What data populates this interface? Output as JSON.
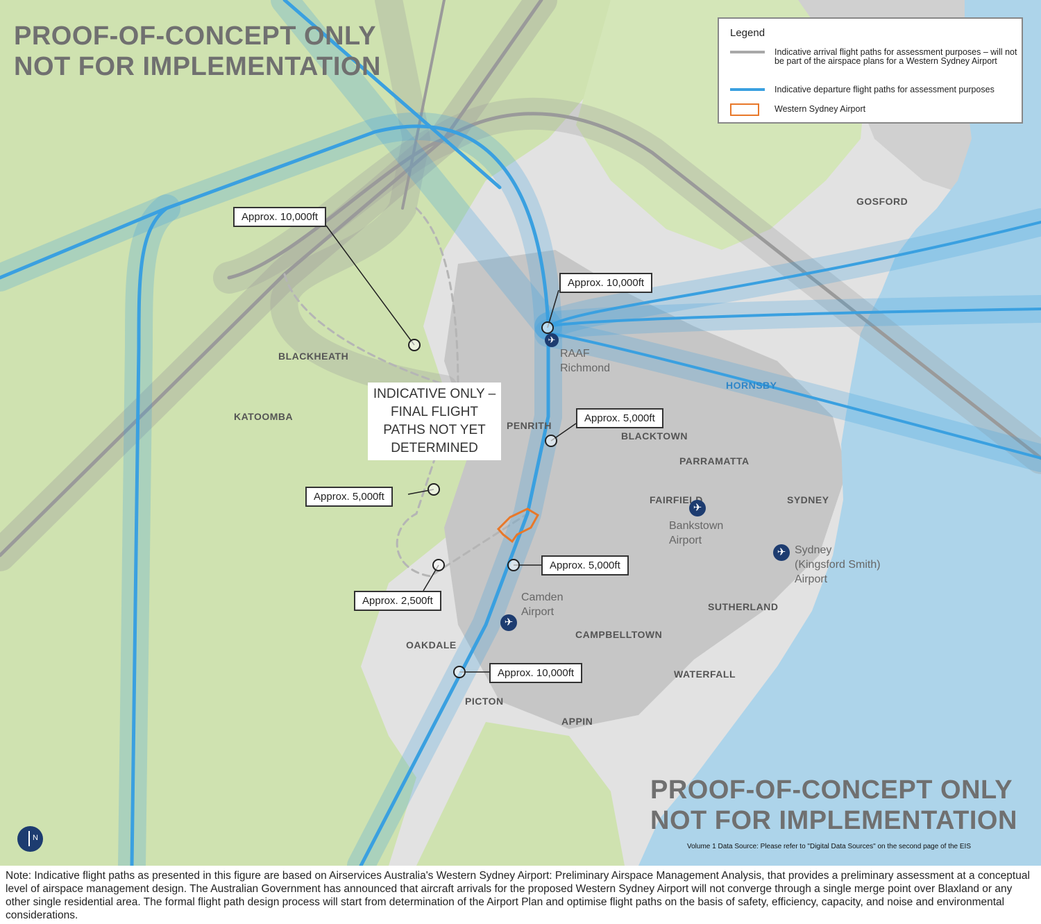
{
  "watermark": {
    "line1": "PROOF-OF-CONCEPT ONLY",
    "line2": "NOT FOR IMPLEMENTATION"
  },
  "legend": {
    "title": "Legend",
    "arrival": "Indicative arrival flight paths for assessment purposes – will not be part of the airspace plans for a Western Sydney Airport",
    "departure": "Indicative departure flight paths for assessment purposes",
    "airport": "Western Sydney Airport",
    "colors": {
      "arrival": "#a8a8a8",
      "departure": "#3aa0e0",
      "airport": "#e8782a"
    }
  },
  "indicative_box": "INDICATIVE ONLY –\nFINAL FLIGHT\nPATHS NOT YET\nDETERMINED",
  "callouts": {
    "nw_10000": "Approx. 10,000ft",
    "richmond_10000": "Approx. 10,000ft",
    "penrith_5000": "Approx. 5,000ft",
    "west_5000": "Approx. 5,000ft",
    "camden_5000": "Approx. 5,000ft",
    "south_2500": "Approx. 2,500ft",
    "picton_10000": "Approx. 10,000ft"
  },
  "places": {
    "gosford": "GOSFORD",
    "blackheath": "BLACKHEATH",
    "katoomba": "KATOOMBA",
    "penrith": "PENRITH",
    "blacktown": "BLACKTOWN",
    "parramatta": "PARRAMATTA",
    "fairfield": "FAIRFIELD",
    "sydney": "SYDNEY",
    "hornsby": "HORNSBY",
    "sutherland": "SUTHERLAND",
    "campbelltown": "CAMPBELLTOWN",
    "oakdale": "OAKDALE",
    "picton": "PICTON",
    "appin": "APPIN",
    "waterfall": "WATERFALL"
  },
  "airports": {
    "richmond": "RAAF\nRichmond",
    "bankstown": "Bankstown\nAirport",
    "kingsford": "Sydney\n(Kingsford Smith)\nAirport",
    "camden": "Camden\nAirport"
  },
  "icons": {
    "airport": "airplane-icon",
    "north": "north-arrow-icon"
  },
  "north_label": "N",
  "source": "Volume 1 Data Source: Please refer to \"Digital Data Sources\" on the second page of the EIS",
  "note": "Note: Indicative flight paths as presented in this figure are based on Airservices Australia's Western Sydney Airport: Preliminary Airspace Management Analysis, that provides a preliminary assessment at a conceptual level of airspace management design. The Australian Government has announced that aircraft arrivals for the proposed Western Sydney Airport will not converge through a single merge point over Blaxland or any other single residential area. The formal flight path design process will start from determination of the Airport Plan and optimise flight paths on the basis of safety, efficiency, capacity, and noise and environmental considerations."
}
